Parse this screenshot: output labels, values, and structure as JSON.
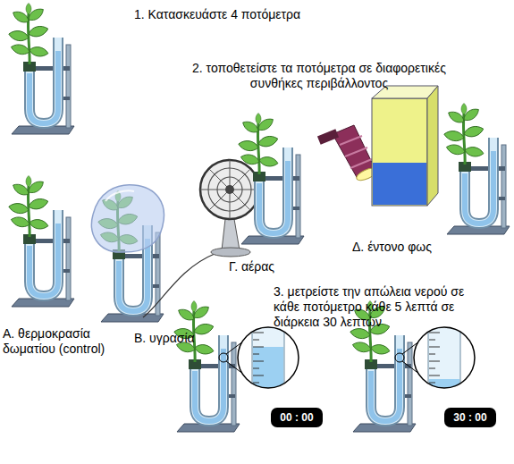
{
  "diagram": {
    "nodes": [
      {
        "text": [
          "00 : 00"
        ]
      },
      {
        "text": [
          "30 : 00"
        ]
      }
    ],
    "labels": [
      "1. Κατασκευάστε 4 ποτόμετρα",
      "2. τοποθετείστε τα ποτόμετρα σε διαφορετικές συνθήκες περιβάλλοντος",
      "Γ. αέρας",
      "Δ. έντονο φως",
      "Β. υγρασία",
      "3. μετρείστε την απώλεια νερού σε κάθε ποτόμετρο κάθε 5 λεπτά σε διάρκεια 30 λεπτών",
      "Α. θερμοκρασία δωματίου (control)"
    ]
  }
}
